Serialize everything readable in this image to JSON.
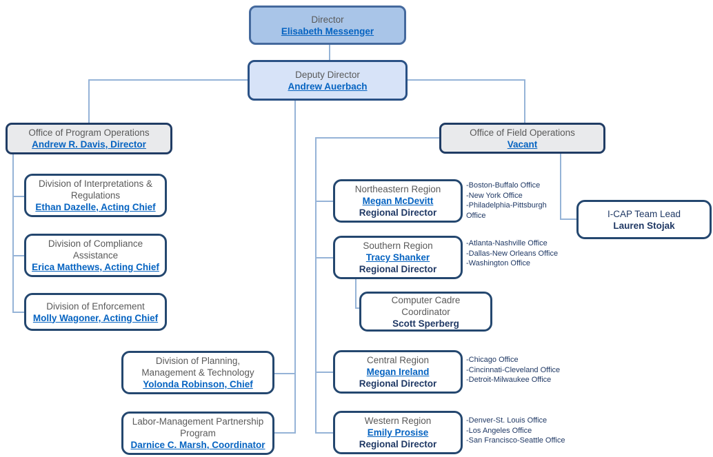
{
  "palette": {
    "director_fill": "#A9C5E8",
    "deputy_fill": "#D7E3F8",
    "office_fill": "#E9EAEC",
    "box_border_navy": "#24476F",
    "director_border": "#44699D",
    "link_blue": "#0563C1",
    "navy_text": "#1F3864",
    "gray_text": "#595959",
    "connector_line": "#95B3D7"
  },
  "nodes": {
    "director": {
      "title": "Director",
      "name": "Elisabeth Messenger"
    },
    "deputy": {
      "title": "Deputy Director",
      "name": "Andrew Auerbach"
    },
    "program_ops": {
      "title": "Office of Program Operations",
      "name": "Andrew R. Davis, Director"
    },
    "field_ops": {
      "title": "Office of Field Operations",
      "name": "Vacant"
    },
    "interpretations": {
      "title": "Division of Interpretations & Regulations",
      "name": "Ethan Dazelle, Acting Chief"
    },
    "compliance": {
      "title": "Division of Compliance Assistance",
      "name": "Erica Matthews, Acting Chief"
    },
    "enforcement": {
      "title": "Division of Enforcement",
      "name": "Molly Wagoner, Acting Chief"
    },
    "planning": {
      "title": "Division of Planning, Management & Technology",
      "name": "Yolonda Robinson, Chief"
    },
    "labor": {
      "title": "Labor-Management Partnership Program",
      "name": "Darnice C. Marsh, Coordinator"
    },
    "northeastern": {
      "title": "Northeastern Region",
      "name": "Megan McDevitt",
      "role": "Regional Director"
    },
    "southern": {
      "title": "Southern Region",
      "name": "Tracy Shanker",
      "role": "Regional Director"
    },
    "computer_cadre": {
      "title": "Computer Cadre Coordinator",
      "name": "Scott Sperberg"
    },
    "central": {
      "title": "Central Region",
      "name": "Megan Ireland",
      "role": "Regional Director"
    },
    "western": {
      "title": "Western Region",
      "name": "Emily Prosise",
      "role": "Regional Director"
    },
    "icap": {
      "title": "I-CAP Team Lead",
      "name": "Lauren Stojak"
    }
  },
  "office_lists": {
    "northeastern": [
      "-Boston-Buffalo Office",
      "-New York Office",
      "-Philadelphia-Pittsburgh Office"
    ],
    "southern": [
      "-Atlanta-Nashville Office",
      "-Dallas-New Orleans Office",
      "-Washington Office"
    ],
    "central": [
      "-Chicago Office",
      "-Cincinnati-Cleveland Office",
      "-Detroit-Milwaukee Office"
    ],
    "western": [
      "-Denver-St. Louis Office",
      "-Los Angeles Office",
      "-San Francisco-Seattle Office"
    ]
  }
}
